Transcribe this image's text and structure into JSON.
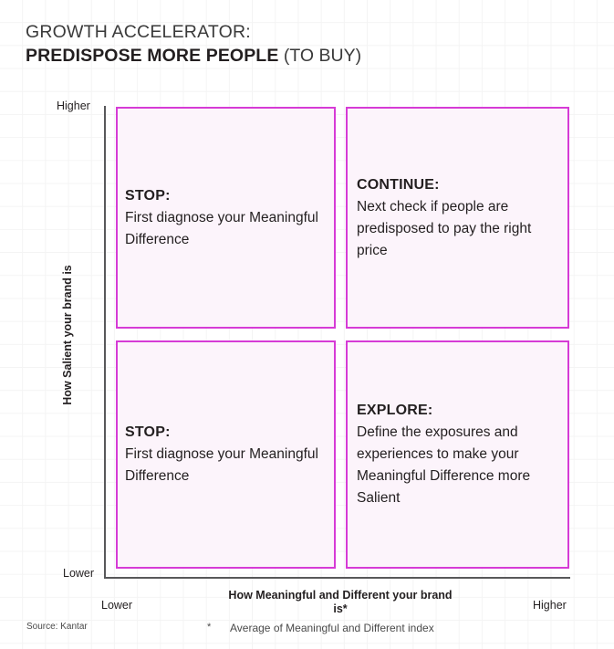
{
  "title": {
    "line1": "GROWTH ACCELERATOR:",
    "line2_strong": "PREDISPOSE MORE PEOPLE",
    "line2_paren": "(TO BUY)"
  },
  "colors": {
    "quadrant_border": "#d63bd6",
    "quadrant_fill": "#fcf4fb",
    "axis": "#58585a",
    "grid": "#f4f4f4",
    "text": "#231f20"
  },
  "chart_data": {
    "type": "table",
    "title": "GROWTH ACCELERATOR: PREDISPOSE MORE PEOPLE (TO BUY)",
    "xlabel": "How Meaningful and Different your brand is*",
    "ylabel": "How Salient your brand is",
    "x_ticks": [
      "Lower",
      "Higher"
    ],
    "y_ticks": [
      "Lower",
      "Higher"
    ],
    "grid": true,
    "legend": "none",
    "quadrants": [
      {
        "position": "top-left",
        "x": "Lower",
        "y": "Higher",
        "heading": "STOP:",
        "body": "First diagnose your Meaningful Difference"
      },
      {
        "position": "top-right",
        "x": "Higher",
        "y": "Higher",
        "heading": "CONTINUE:",
        "body": "Next check if people are predisposed to pay the right price"
      },
      {
        "position": "bottom-left",
        "x": "Lower",
        "y": "Lower",
        "heading": "STOP:",
        "body": "First diagnose your Meaningful Difference"
      },
      {
        "position": "bottom-right",
        "x": "Higher",
        "y": "Lower",
        "heading": "EXPLORE:",
        "body": "Define the exposures and experiences to make your Meaningful Difference more Salient"
      }
    ]
  },
  "axes": {
    "y_title": "How Salient your brand is",
    "y_higher": "Higher",
    "y_lower": "Lower",
    "x_title": "How Meaningful and Different your brand is*",
    "x_lower": "Lower",
    "x_higher": "Higher"
  },
  "footer": {
    "source": "Source: Kantar",
    "star": "*",
    "footnote": "Average of Meaningful and Different index"
  }
}
